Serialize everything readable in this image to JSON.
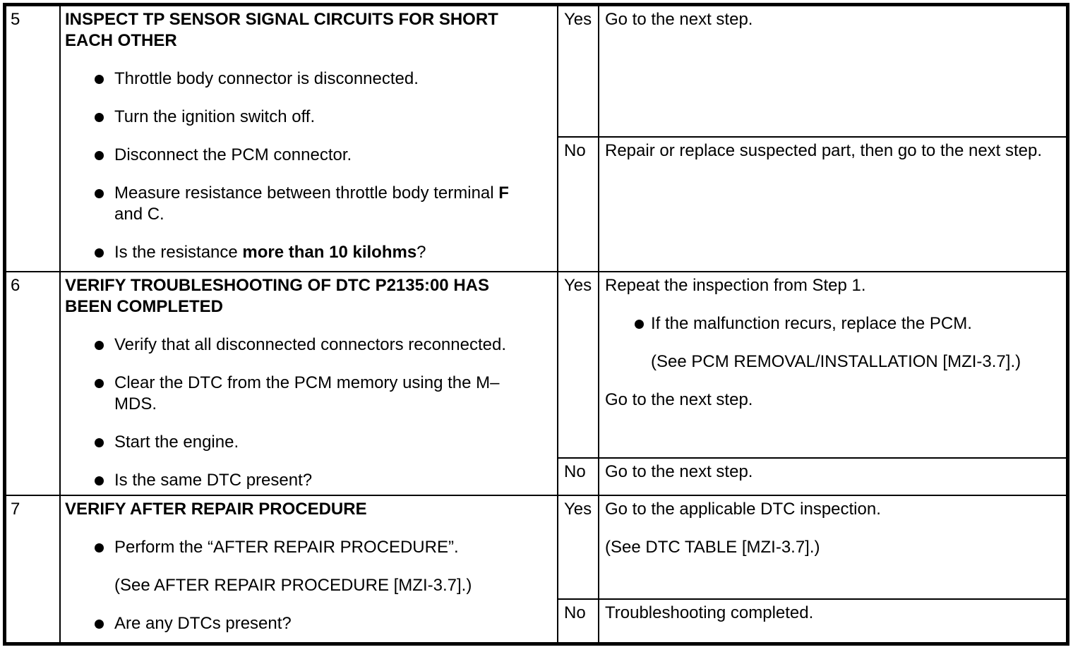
{
  "document_type": "diagnostic-troubleshooting-table",
  "rows": [
    {
      "step": "5",
      "action": {
        "title": "INSPECT TP SENSOR SIGNAL CIRCUITS FOR SHORT EACH OTHER",
        "bullets": [
          {
            "text": "Throttle body connector is disconnected."
          },
          {
            "text": "Turn the ignition switch off."
          },
          {
            "text": "Disconnect the PCM connector."
          },
          {
            "pre": "Measure resistance between throttle body terminal ",
            "bold": "F",
            "post": " and C."
          },
          {
            "pre": "Is the resistance ",
            "bold": "more than 10 kilohms",
            "post": "?"
          }
        ]
      },
      "yes": {
        "label": "Yes",
        "lines": [
          "Go to the next step."
        ]
      },
      "no": {
        "label": "No",
        "lines": [
          "Repair or replace suspected part, then go to the next step."
        ]
      }
    },
    {
      "step": "6",
      "action": {
        "title": "VERIFY TROUBLESHOOTING OF DTC P2135:00 HAS BEEN COMPLETED",
        "bullets": [
          {
            "text": "Verify that all disconnected connectors reconnected."
          },
          {
            "text": "Clear the DTC from the PCM memory using the M–MDS."
          },
          {
            "text": "Start the engine."
          },
          {
            "text": "Is the same DTC present?"
          }
        ]
      },
      "yes": {
        "label": "Yes",
        "para1": "Repeat the inspection from Step 1.",
        "bullet": "If the malfunction recurs, replace the PCM.",
        "ref": "(See PCM REMOVAL/INSTALLATION [MZI-3.7].)",
        "para2": "Go to the next step."
      },
      "no": {
        "label": "No",
        "lines": [
          "Go to the next step."
        ]
      }
    },
    {
      "step": "7",
      "action": {
        "title": "VERIFY AFTER REPAIR PROCEDURE",
        "bullets": [
          {
            "text": "Perform the “AFTER REPAIR PROCEDURE”."
          },
          {
            "ref": "(See AFTER REPAIR PROCEDURE [MZI-3.7].)"
          },
          {
            "text": "Are any DTCs present?"
          }
        ]
      },
      "yes": {
        "label": "Yes",
        "para1": "Go to the applicable DTC inspection.",
        "ref": "(See DTC TABLE [MZI-3.7].)"
      },
      "no": {
        "label": "No",
        "lines": [
          "Troubleshooting completed."
        ]
      }
    }
  ]
}
